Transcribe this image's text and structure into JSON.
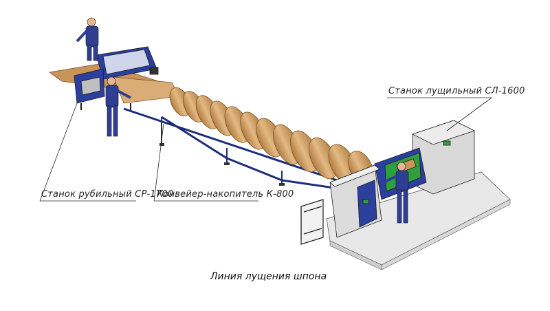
{
  "diagram": {
    "labels": {
      "chopper": "Станок рубильный СР-1700",
      "conveyor": "Конвейер-накопитель К-800",
      "lathe": "Станок лущильный СЛ-1600"
    },
    "caption": "Линия лущения шпона",
    "colors": {
      "frame_blue": "#2a3f9e",
      "veneer": "#d4a56a",
      "veneer_dark": "#b07c40",
      "cabinet_grey": "#dcdcdc",
      "concrete": "#e6e6e6",
      "worker_suit": "#2e3f93",
      "accent_green": "#2e9e3e"
    }
  }
}
